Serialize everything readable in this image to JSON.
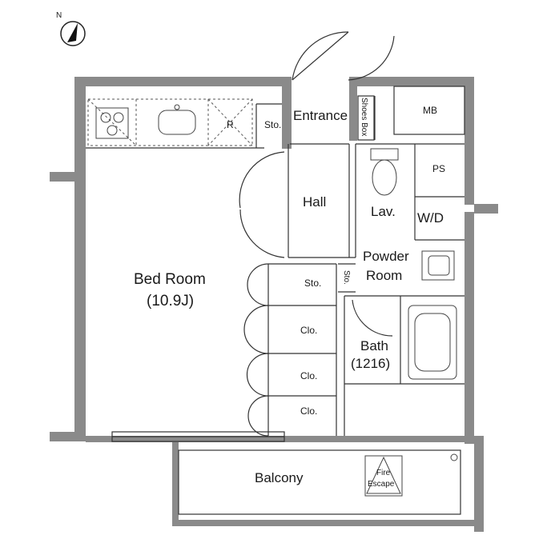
{
  "compass": {
    "symbol": "N"
  },
  "rooms": {
    "entrance": "Entrance",
    "shoes_box": "Shoes Box",
    "mb": "MB",
    "ps": "PS",
    "hall": "Hall",
    "lav": "Lav.",
    "wd": "W/D",
    "powder_room_line1": "Powder",
    "powder_room_line2": "Room",
    "bed_room": "Bed Room",
    "bed_room_size": "(10.9J)",
    "storage_top": "Sto.",
    "storage_mid": "Sto.",
    "storage_side": "Sto.",
    "closet_1": "Clo.",
    "closet_2": "Clo.",
    "closet_3": "Clo.",
    "bath": "Bath",
    "bath_size": "(1216)",
    "balcony": "Balcony",
    "fire_escape_line1": "Fire",
    "fire_escape_line2": "Escape",
    "refrigerator": "R"
  }
}
